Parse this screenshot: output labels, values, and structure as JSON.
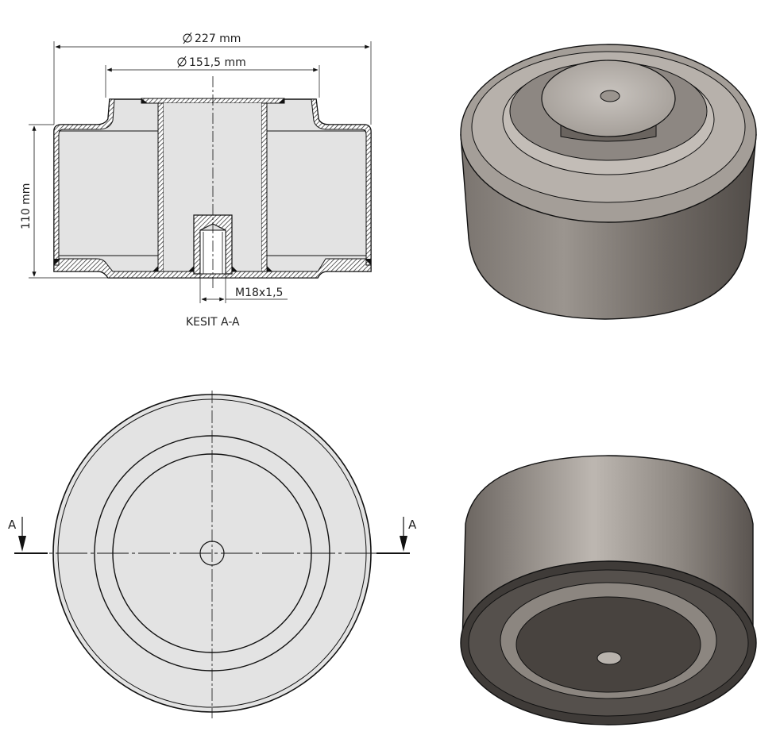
{
  "section_view": {
    "dim_outer_diameter": "227 mm",
    "dim_inner_diameter": "151,5 mm",
    "dim_height": "110 mm",
    "dim_thread": "M18x1,5",
    "caption": "KESIT A-A"
  },
  "front_view": {
    "cut_label_left": "A",
    "cut_label_right": "A"
  },
  "colors": {
    "line": "#111111",
    "fill_part": "#e2e2e2",
    "metal_dark": "#6e6863",
    "metal_mid": "#a39d97",
    "metal_light": "#cfcac5",
    "metal_inner": "#5a5552"
  }
}
